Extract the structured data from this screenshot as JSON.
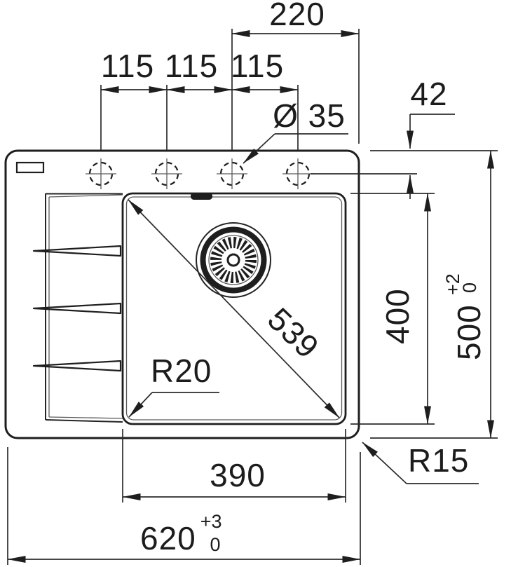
{
  "drawing": {
    "top": {
      "dim_220": "220",
      "dim_115_a": "115",
      "dim_115_b": "115",
      "dim_115_c": "115",
      "hole_diameter": "Ø 35",
      "dim_42": "42"
    },
    "right": {
      "dim_400": "400",
      "dim_500": "500",
      "tol_500_plus": "+2",
      "tol_500_zero": "0",
      "corner_radius_outer": "R15"
    },
    "basin": {
      "dim_diagonal": "539",
      "corner_radius_inner": "R20"
    },
    "bottom": {
      "dim_390": "390",
      "dim_620": "620",
      "tol_620_plus": "+3",
      "tol_620_zero": "0"
    },
    "colors": {
      "line": "#1e1e1e",
      "background": "#ffffff"
    }
  }
}
